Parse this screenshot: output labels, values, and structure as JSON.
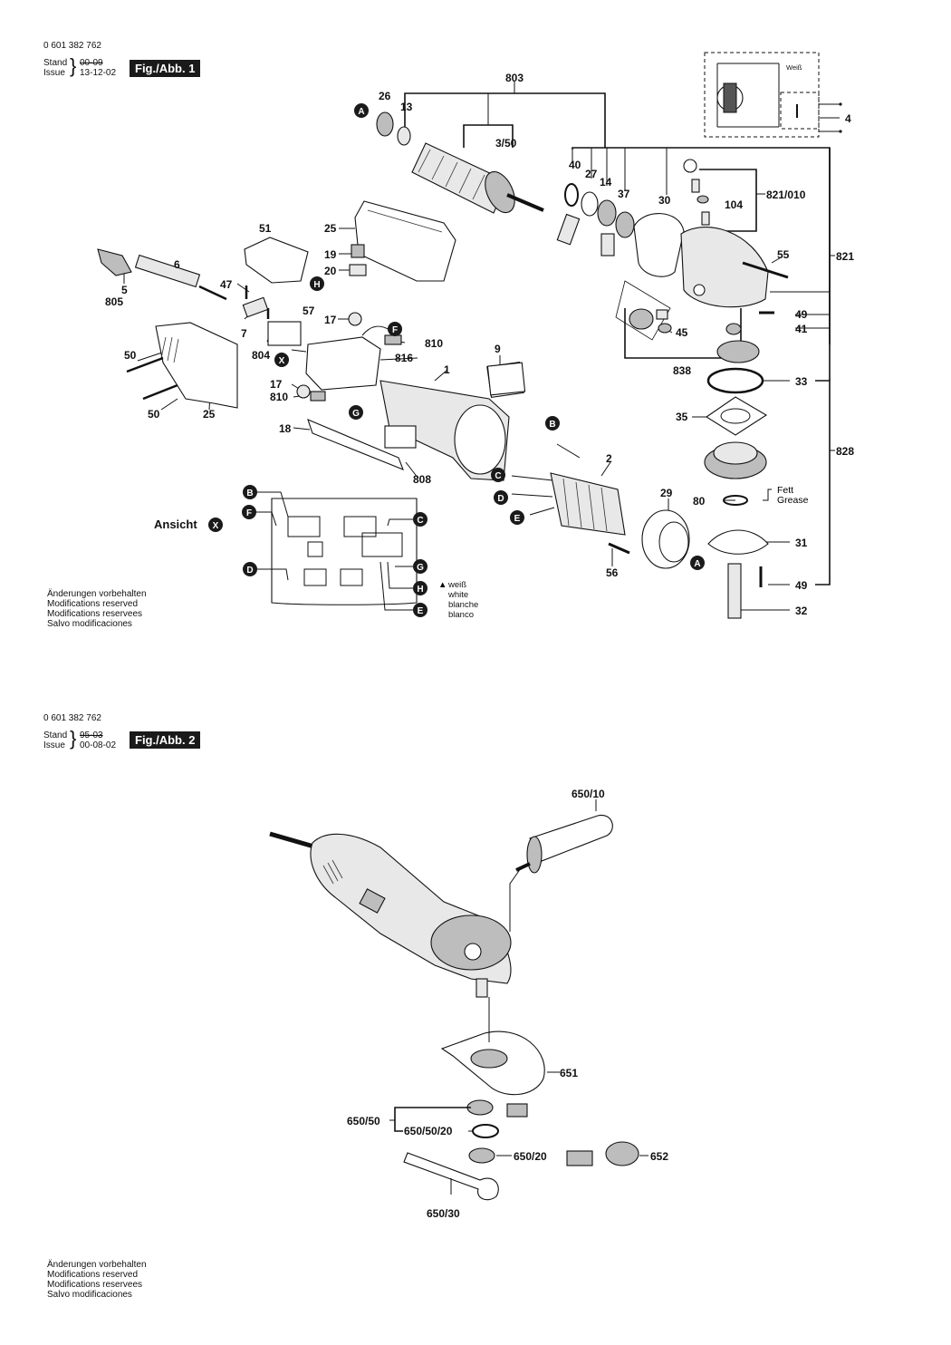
{
  "sheet1": {
    "part_number": "0 601 382 762",
    "stand_label": "Stand",
    "issue_label": "Issue",
    "stand_value_struck": "00-09",
    "issue_value": "13-12-02",
    "figure_label": "Fig./Abb. 1",
    "ansicht_label": "Ansicht",
    "ansicht_marker": "X",
    "legend_triangle": "▲",
    "legend_colors": [
      "weiß",
      "white",
      "blanche",
      "blanco"
    ],
    "schematic_label": "Weiß",
    "fett_grease": [
      "Fett",
      "Grease"
    ],
    "disclaimer": [
      "Änderungen vorbehalten",
      "Modifications reserved",
      "Modifications reservees",
      "Salvo modificaciones"
    ],
    "part_labels": [
      "803",
      "26",
      "13",
      "3/50",
      "40",
      "27",
      "14",
      "37",
      "30",
      "821/010",
      "104",
      "821",
      "55",
      "4",
      "51",
      "25",
      "19",
      "20",
      "6",
      "5",
      "805",
      "47",
      "57",
      "7",
      "17",
      "810",
      "804",
      "816",
      "50",
      "9",
      "1",
      "17",
      "810",
      "50",
      "25",
      "18",
      "808",
      "2",
      "29",
      "56",
      "49",
      "41",
      "45",
      "838",
      "33",
      "35",
      "828",
      "80",
      "31",
      "49",
      "32"
    ],
    "connector_markers": [
      "A",
      "B",
      "C",
      "D",
      "E",
      "F",
      "G",
      "H",
      "X"
    ]
  },
  "sheet2": {
    "part_number": "0 601 382 762",
    "stand_label": "Stand",
    "issue_label": "Issue",
    "stand_value_struck": "95-03",
    "issue_value": "00-08-02",
    "figure_label": "Fig./Abb. 2",
    "part_labels": [
      "650/10",
      "651",
      "650/50",
      "650/50/20",
      "650/20",
      "652",
      "650/30"
    ],
    "disclaimer": [
      "Änderungen vorbehalten",
      "Modifications reserved",
      "Modifications reservees",
      "Salvo modificaciones"
    ]
  }
}
